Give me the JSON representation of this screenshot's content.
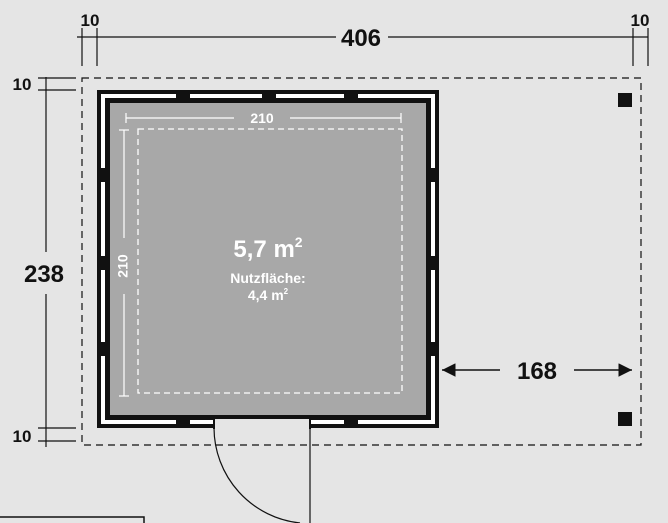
{
  "dimensions": {
    "top_left_margin": "10",
    "top_total_width": "406",
    "top_right_margin": "10",
    "left_top_margin": "10",
    "left_total_height": "238",
    "left_bottom_margin": "10",
    "inner_width": "210",
    "inner_height": "210",
    "right_extension": "168"
  },
  "area": {
    "main_value": "5,7 m",
    "main_unit_exponent": "2",
    "usable_label": "Nutzfläche:",
    "usable_value": "4,4 m",
    "usable_unit_exponent": "2"
  },
  "colors": {
    "background": "#e5e5e5",
    "floor": "#a8a8a8",
    "wall": "#111111",
    "wall_light": "#ffffff",
    "dim_line": "#111111"
  }
}
